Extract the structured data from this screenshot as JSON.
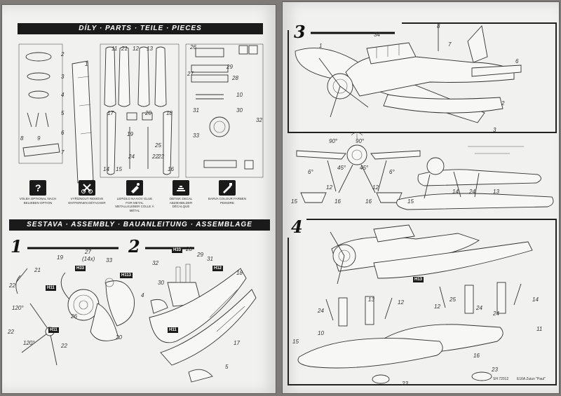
{
  "left_page": {
    "parts_header": "DÍLY · PARTS · TEILE · PIECES",
    "assembly_header": "SESTAVA · ASSEMBLY · BAUANLEITUNG · ASSEMBLAGE",
    "steps": [
      "1",
      "2"
    ],
    "legend": [
      {
        "icon": "question-icon",
        "text": "Volba Optional Nach Belieben Option"
      },
      {
        "icon": "scissors-icon",
        "text": "Vyříznout Remove Entfernen Détacher"
      },
      {
        "icon": "glue-icon",
        "text": "Lepidlo na kov Glue for metal Metallkleber Colle à métal"
      },
      {
        "icon": "decal-icon",
        "text": "Obtisk Decal Abziehbilder Décalque"
      },
      {
        "icon": "paint-icon",
        "text": "Barva Colour Farben Peindre"
      }
    ],
    "part_numbers": [
      "1",
      "2",
      "3",
      "4",
      "5",
      "6",
      "7",
      "8",
      "9",
      "10",
      "11",
      "12",
      "13",
      "14",
      "15",
      "16",
      "17",
      "18",
      "19",
      "20",
      "21",
      "22",
      "23",
      "24",
      "25",
      "26",
      "27",
      "28",
      "29",
      "30",
      "31",
      "32",
      "33"
    ],
    "step1_labels": [
      "19",
      "21",
      "27",
      "(14x)",
      "33",
      "22",
      "120°",
      "26",
      "20",
      "22",
      "120°",
      "22"
    ],
    "step2_labels": [
      "32",
      "28",
      "29",
      "31",
      "18",
      "4",
      "30",
      "17",
      "5"
    ],
    "paint_codes": [
      "H11",
      "H33",
      "H113",
      "H33",
      "H12",
      "H11",
      "H11"
    ]
  },
  "right_page": {
    "steps": [
      "3",
      "4"
    ],
    "step3_labels": [
      "34",
      "1",
      "7",
      "6",
      "8",
      "2",
      "3"
    ],
    "front_view_labels": [
      "90°",
      "90°",
      "45°",
      "45°",
      "6°",
      "6°",
      "12",
      "12",
      "15",
      "16",
      "16",
      "15"
    ],
    "side_view_labels": [
      "14",
      "24",
      "13"
    ],
    "step4_labels": [
      "H13",
      "13",
      "12",
      "12",
      "25",
      "14",
      "24",
      "24",
      "24",
      "10",
      "11",
      "15",
      "16",
      "23",
      "23"
    ],
    "footer_code": "SH 72012",
    "footer_title": "E16A Zuiun \"Paul\""
  }
}
